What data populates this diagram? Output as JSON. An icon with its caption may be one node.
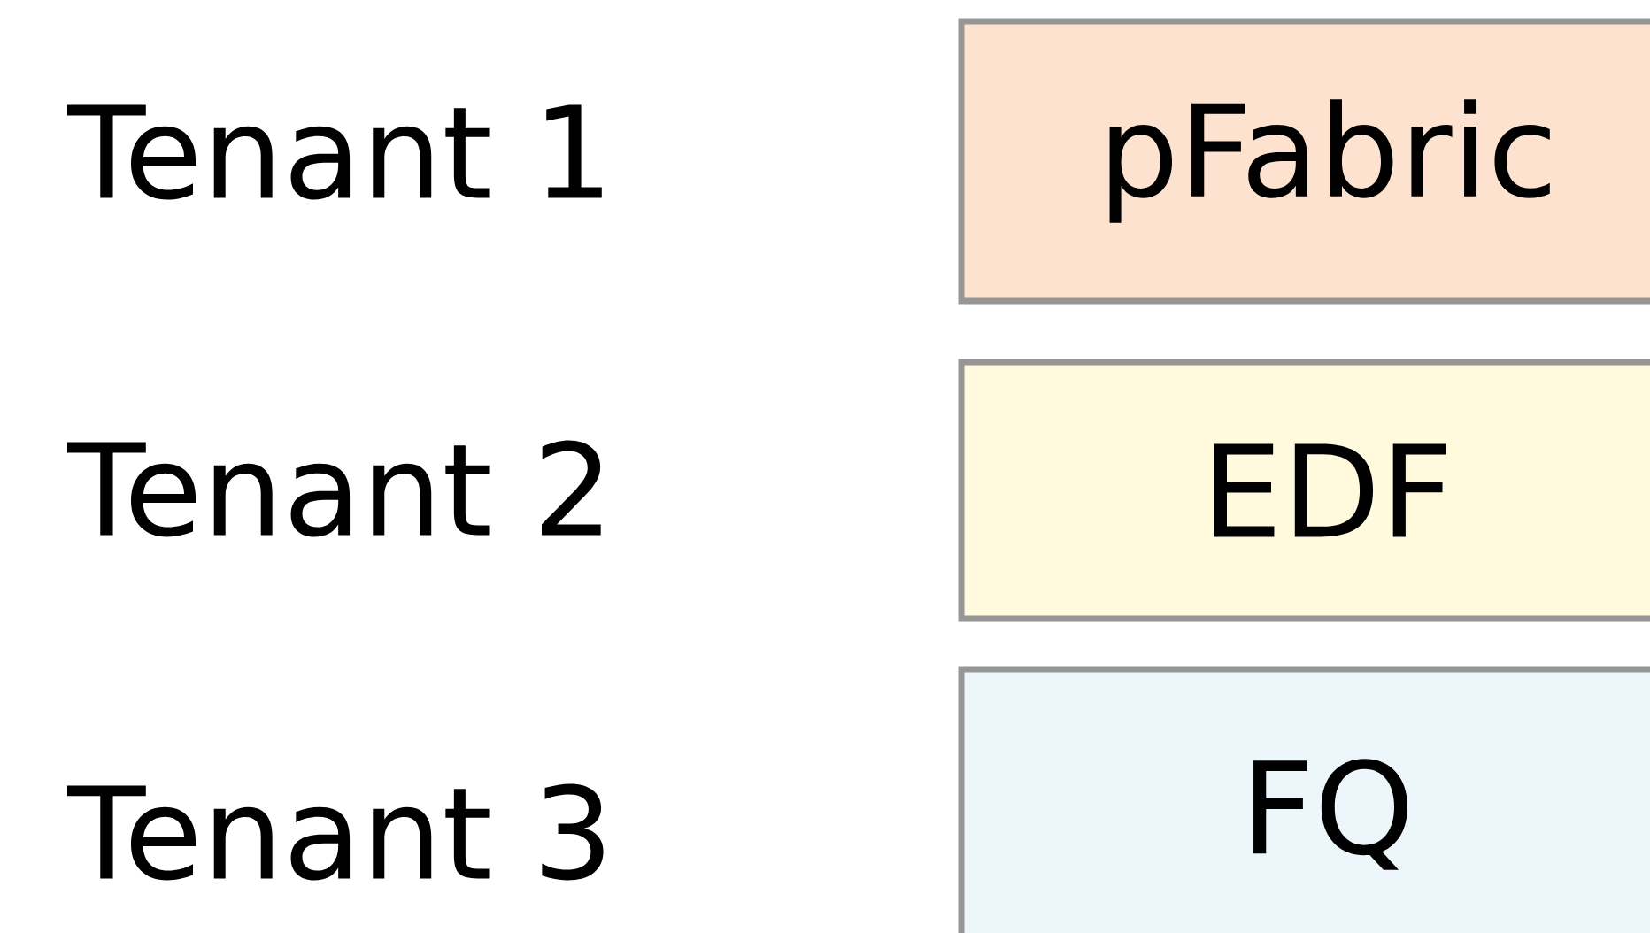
{
  "diagram": {
    "nodes": [
      {
        "text": [
          "pFabric"
        ]
      },
      {
        "text": [
          "EDF"
        ]
      },
      {
        "text": [
          "FQ"
        ]
      }
    ],
    "labels": [
      "Tenant 1",
      "Tenant 2",
      "Tenant 3"
    ]
  }
}
